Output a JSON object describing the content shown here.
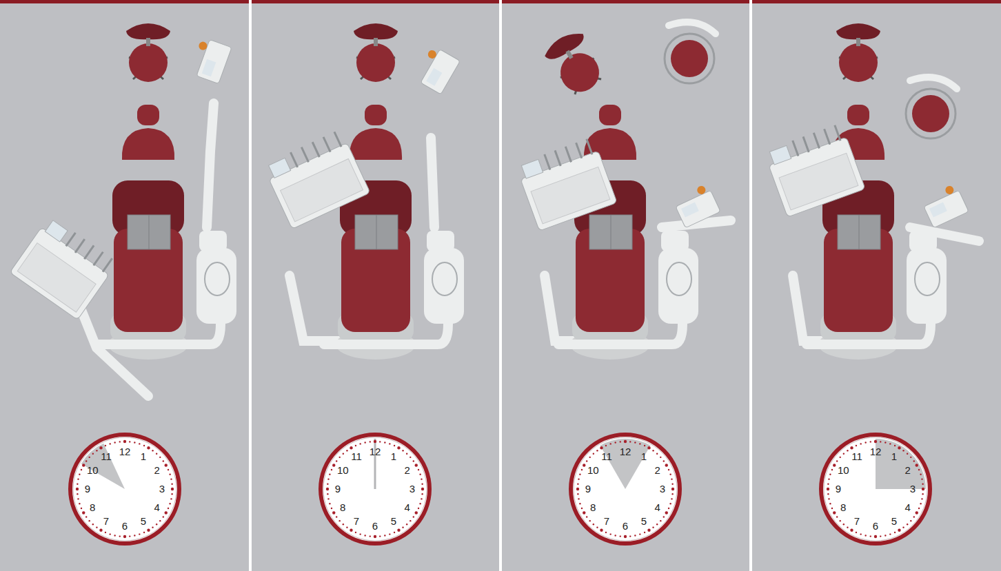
{
  "diagram": {
    "nodes": [
      {
        "text": [
          "12",
          "1",
          "2",
          "3",
          "4",
          "5",
          "6",
          "7",
          "8",
          "9",
          "10",
          "11"
        ]
      },
      {
        "text": [
          "12",
          "1",
          "2",
          "3",
          "4",
          "5",
          "6",
          "7",
          "8",
          "9",
          "10",
          "11"
        ]
      },
      {
        "text": [
          "12",
          "1",
          "2",
          "3",
          "4",
          "5",
          "6",
          "7",
          "8",
          "9",
          "10",
          "11"
        ]
      },
      {
        "text": [
          "12",
          "1",
          "2",
          "3",
          "4",
          "5",
          "6",
          "7",
          "8",
          "9",
          "10",
          "11"
        ]
      }
    ]
  }
}
